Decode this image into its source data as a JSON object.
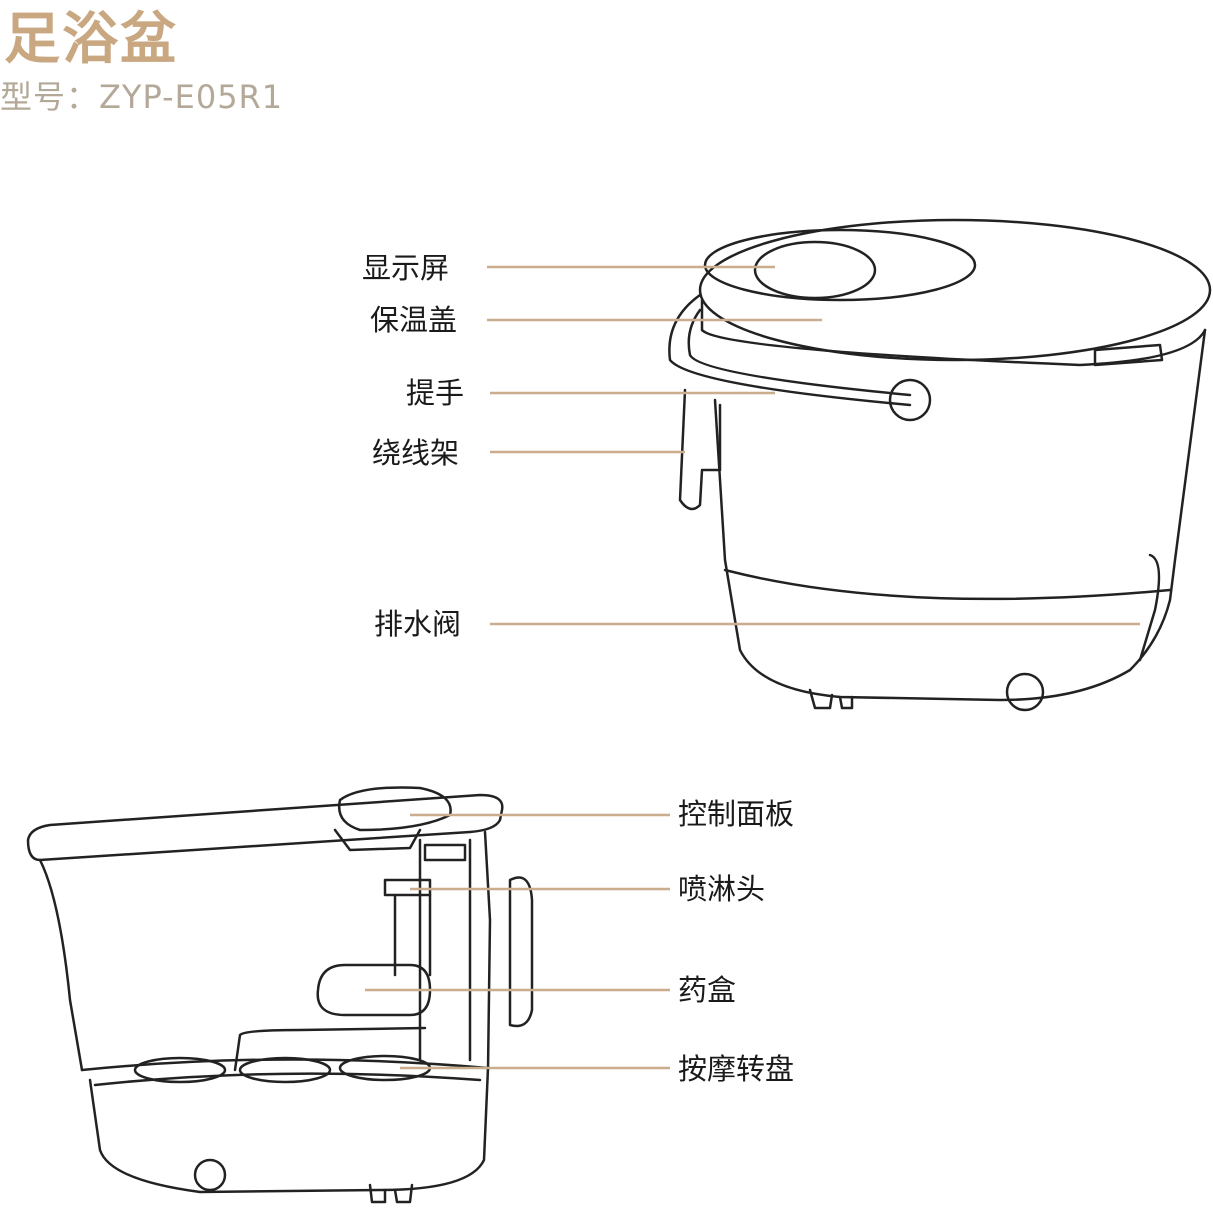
{
  "header": {
    "title": "足浴盆",
    "model": "型号：ZYP-E05R1"
  },
  "top_view": {
    "labels": [
      "显示屏",
      "保温盖",
      "提手",
      "绕线架",
      "排水阀"
    ]
  },
  "cutaway_view": {
    "labels": [
      "控制面板",
      "喷淋头",
      "药盒",
      "按摩转盘"
    ]
  },
  "colors": {
    "accent": "#c8a781",
    "leader_line": "#c9ad8d",
    "outline": "#222222"
  }
}
